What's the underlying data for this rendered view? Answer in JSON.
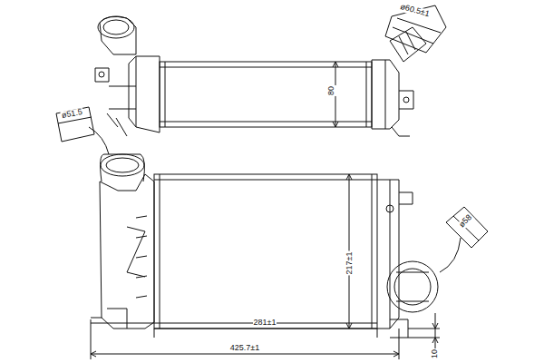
{
  "diagram": {
    "labels": [
      "ø60.5±1",
      "80",
      "ø51.5",
      "217±1",
      "281±1",
      "425.7±1",
      "ø58",
      "10"
    ]
  }
}
